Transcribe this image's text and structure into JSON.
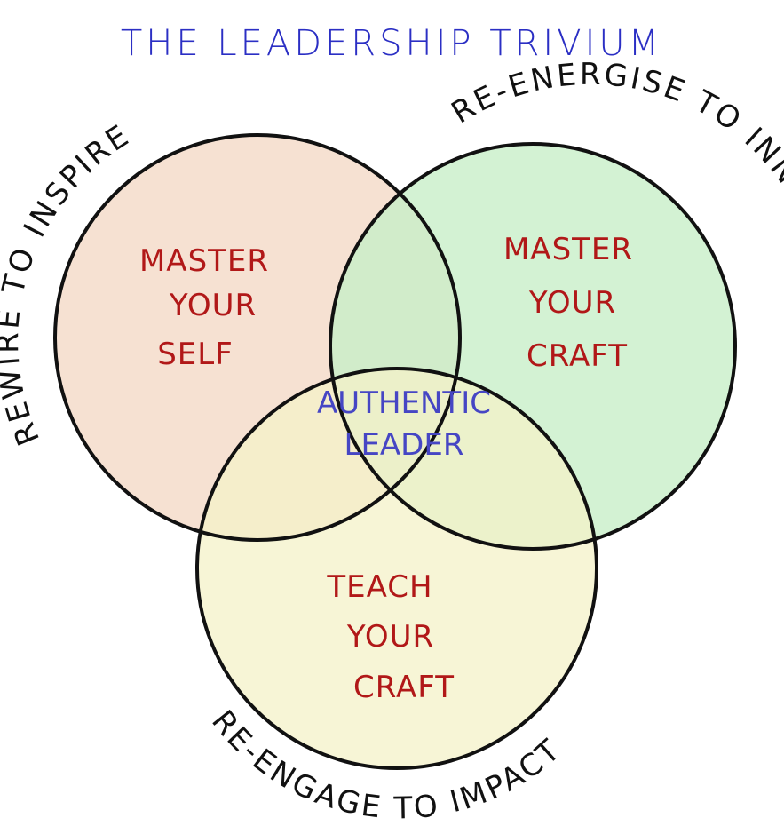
{
  "title": "THE LEADERSHIP TRIVIUM",
  "circles": {
    "left": {
      "outer_label": "REWIRE TO INSPIRE",
      "lines": [
        "MASTER",
        "YOUR",
        "SELF"
      ],
      "fill": "#f4dcca"
    },
    "right": {
      "outer_label": "RE-ENERGISE TO INNOVATE",
      "lines": [
        "MASTER",
        "YOUR",
        "CRAFT"
      ],
      "fill": "#c8efc8"
    },
    "bottom": {
      "outer_label": "RE-ENGAGE TO IMPACT",
      "lines": [
        "TEACH",
        "YOUR",
        "CRAFT"
      ],
      "fill": "#f4f2c8"
    }
  },
  "center": {
    "lines": [
      "AUTHENTIC",
      "LEADER"
    ]
  },
  "colors": {
    "title": "#2b2fc4",
    "circle_text": "#b11818",
    "center_text": "#4646c4",
    "outline": "#111111"
  }
}
